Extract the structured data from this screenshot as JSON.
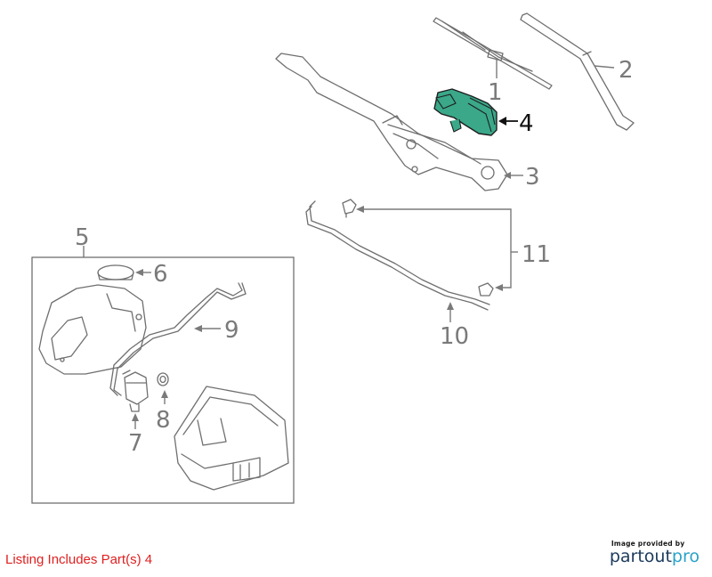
{
  "callouts": {
    "c1": "1",
    "c2": "2",
    "c3": "3",
    "c4": "4",
    "c5": "5",
    "c6": "6",
    "c7": "7",
    "c8": "8",
    "c9": "9",
    "c10": "10",
    "c11": "11"
  },
  "highlight_part": "4",
  "colors": {
    "highlight_fill": "#3aa889",
    "line": "#6f6f6f",
    "note": "#e02020",
    "brand_dark": "#1b3a5c",
    "brand_light": "#2aa3c8"
  },
  "listing_note": "Listing Includes Part(s) 4",
  "brand": {
    "small": "Image provided by",
    "name_part1": "partout",
    "name_part2": "pro"
  }
}
